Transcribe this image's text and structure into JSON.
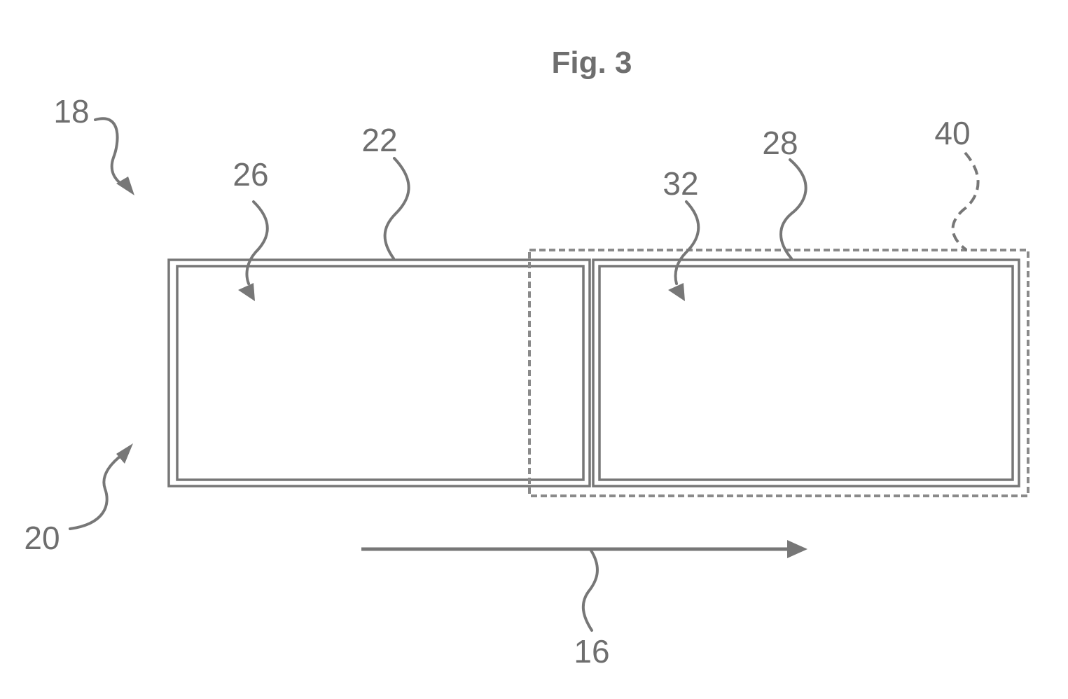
{
  "figure": {
    "title": "Fig. 3"
  },
  "labels": {
    "l18": "18",
    "l20": "20",
    "l22": "22",
    "l26": "26",
    "l28": "28",
    "l32": "32",
    "l40": "40",
    "l16": "16"
  },
  "colors": {
    "line": "#777777",
    "text": "#6e6e6e",
    "background": "#ffffff"
  }
}
